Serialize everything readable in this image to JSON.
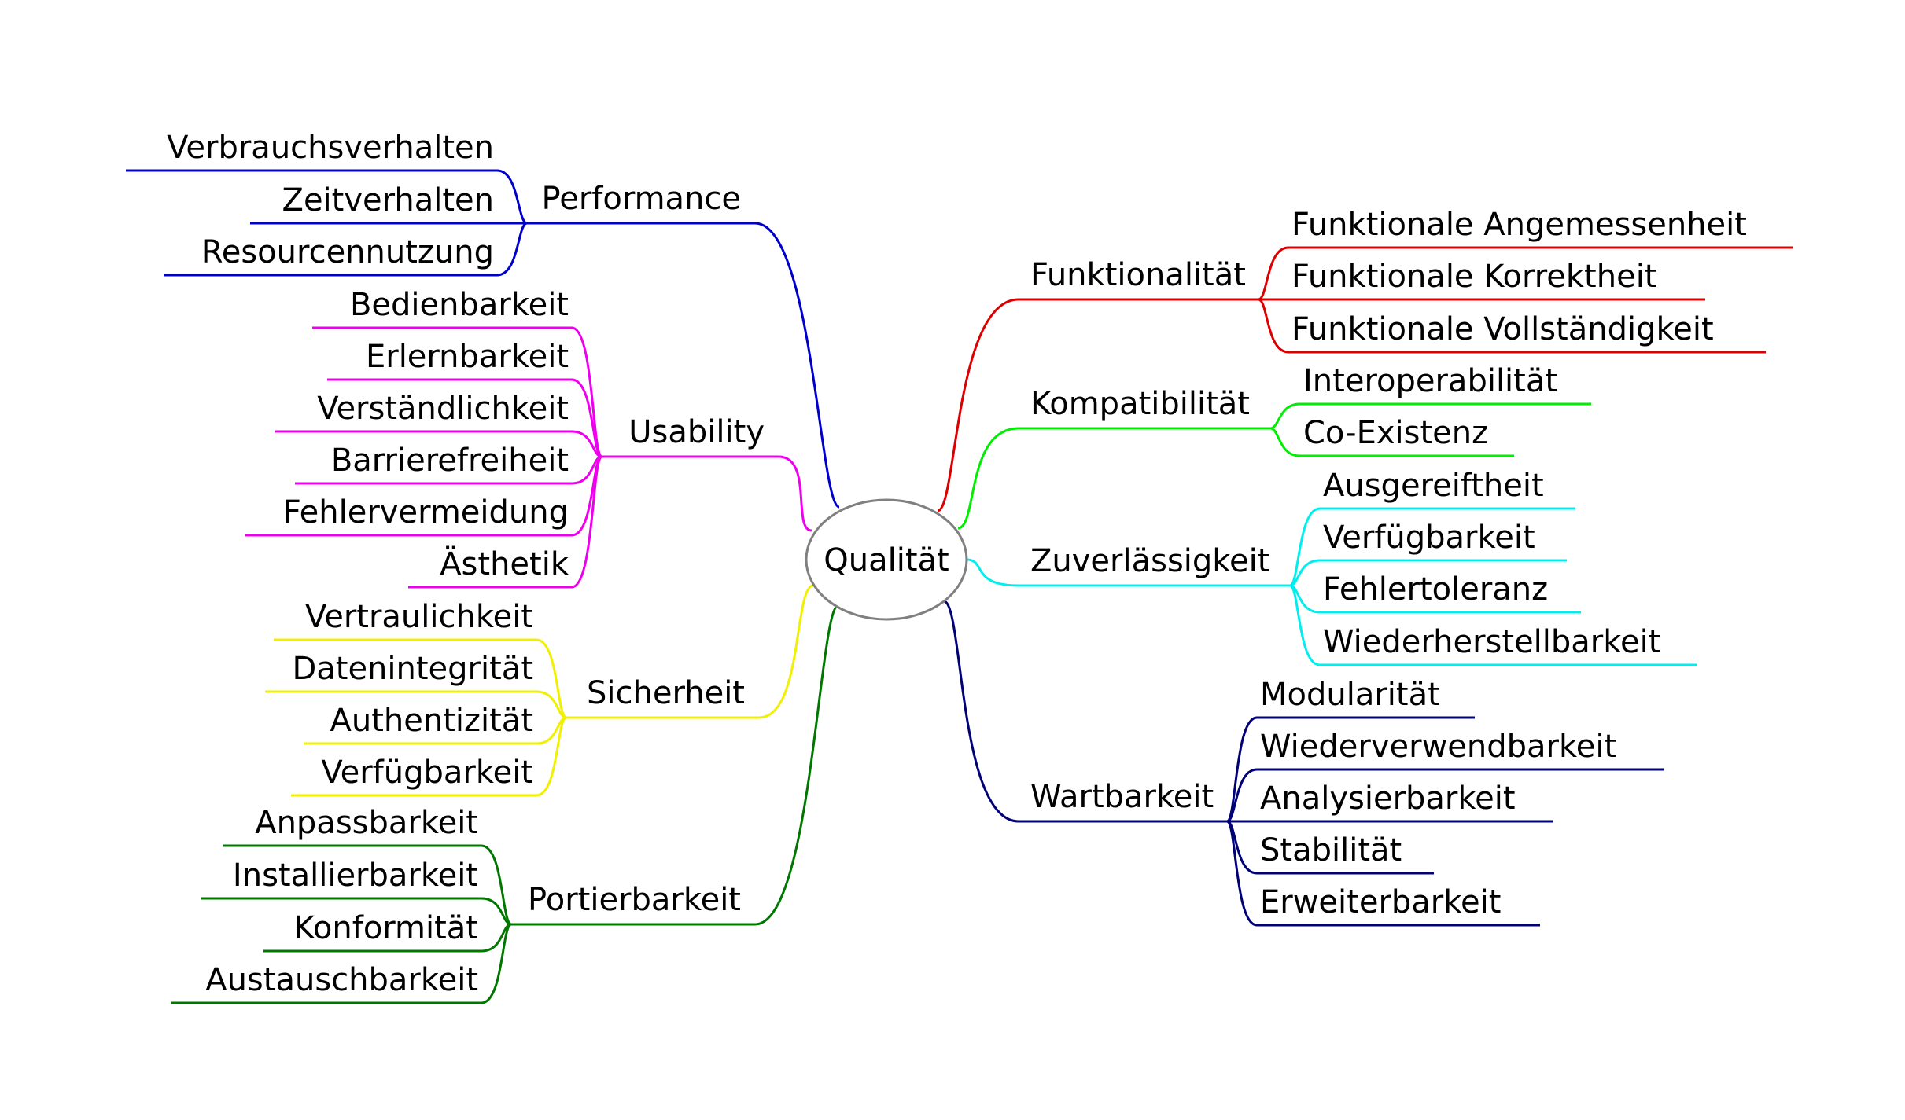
{
  "center": {
    "label": "Qualität",
    "border_color": "#808080"
  },
  "branches": [
    {
      "label": "Performance",
      "color": "#0000cc",
      "children": [
        "Verbrauchsverhalten",
        "Zeitverhalten",
        "Resourcennutzung"
      ]
    },
    {
      "label": "Usability",
      "color": "#ee00ee",
      "children": [
        "Bedienbarkeit",
        "Erlernbarkeit",
        "Verständlichkeit",
        "Barrierefreiheit",
        "Fehlervermeidung",
        "Ästhetik"
      ]
    },
    {
      "label": "Sicherheit",
      "color": "#f0f000",
      "children": [
        "Vertraulichkeit",
        "Datenintegrität",
        "Authentizität",
        "Verfügbarkeit"
      ]
    },
    {
      "label": "Portierbarkeit",
      "color": "#007700",
      "children": [
        "Anpassbarkeit",
        "Installierbarkeit",
        "Konformität",
        "Austauschbarkeit"
      ]
    },
    {
      "label": "Funktionalität",
      "color": "#dd0000",
      "children": [
        "Funktionale Angemessenheit",
        "Funktionale Korrektheit",
        "Funktionale Vollständigkeit"
      ]
    },
    {
      "label": "Kompatibilität",
      "color": "#00ee00",
      "children": [
        "Interoperabilität",
        "Co-Existenz"
      ]
    },
    {
      "label": "Zuverlässigkeit",
      "color": "#00eeee",
      "children": [
        "Ausgereiftheit",
        "Verfügbarkeit",
        "Fehlertoleranz",
        "Wiederherstellbarkeit"
      ]
    },
    {
      "label": "Wartbarkeit",
      "color": "#000077",
      "children": [
        "Modularität",
        "Wiederverwendbarkeit",
        "Analysierbarkeit",
        "Stabilität",
        "Erweiterbarkeit"
      ]
    }
  ]
}
